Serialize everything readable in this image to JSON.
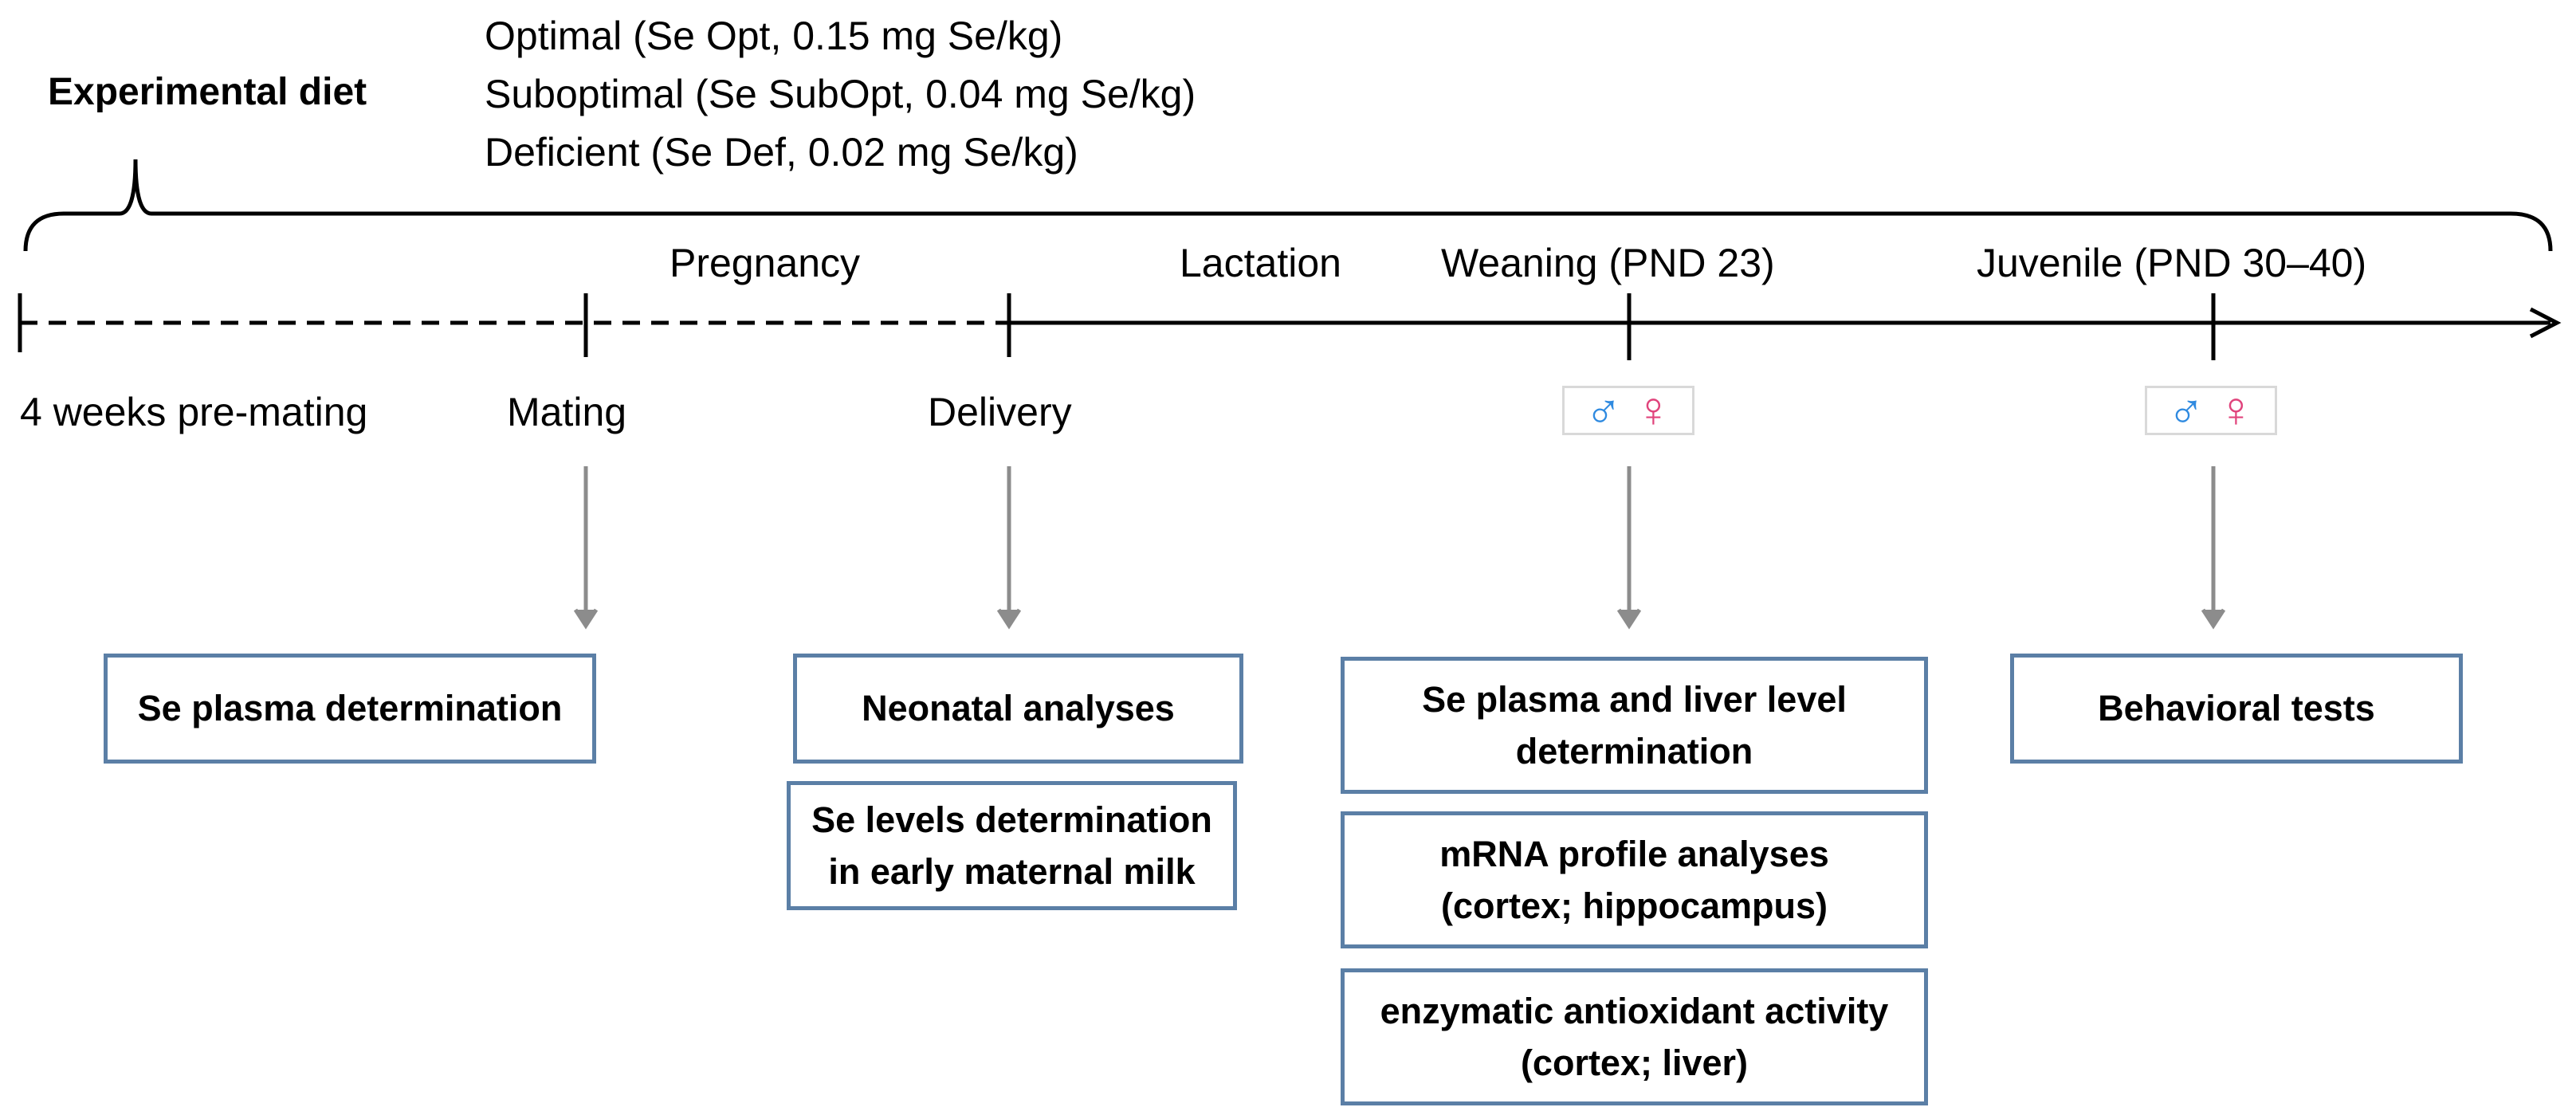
{
  "diet": {
    "title": "Experimental diet",
    "options": [
      "Optimal (Se Opt, 0.15 mg Se/kg)",
      "Suboptimal (Se SubOpt, 0.04 mg Se/kg)",
      "Deficient (Se Def, 0.02 mg Se/kg)"
    ]
  },
  "phases": {
    "pregnancy": "Pregnancy",
    "lactation": "Lactation",
    "weaning": "Weaning (PND 23)",
    "juvenile": "Juvenile (PND 30–40)"
  },
  "milestones": {
    "premating": "4 weeks pre-mating",
    "mating": "Mating",
    "delivery": "Delivery"
  },
  "sex_symbols": {
    "male": "♂",
    "female": "♀"
  },
  "boxes": {
    "se_plasma": "Se plasma determination",
    "neonatal": "Neonatal analyses",
    "milk": [
      "Se levels determination",
      "in early maternal milk"
    ],
    "plasma_liver": [
      "Se plasma and liver level",
      "determination"
    ],
    "mrna": [
      "mRNA profile analyses",
      "(cortex; hippocampus)"
    ],
    "enzymatic": [
      "enzymatic antioxidant activity",
      "(cortex; liver)"
    ],
    "behavioral": "Behavioral tests"
  },
  "colors": {
    "box_border": "#5b7fa6",
    "arrow": "#8c8c8c",
    "male": "#2f8ae0",
    "female": "#e0447c"
  }
}
